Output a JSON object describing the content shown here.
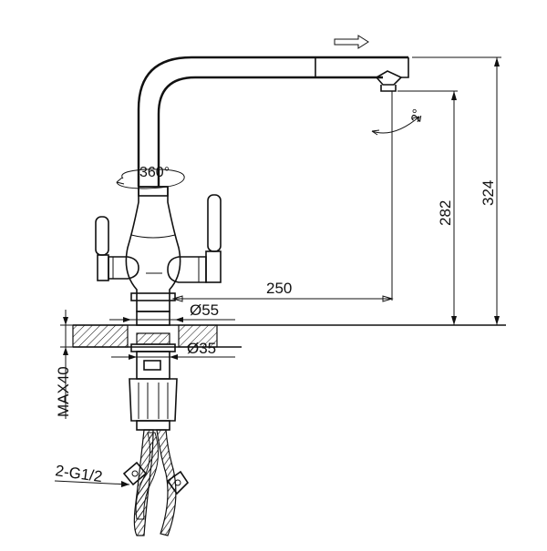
{
  "dimensions": {
    "rotation": "360°",
    "swivel_angle": "2°",
    "reach": "250",
    "spout_height": "282",
    "total_height": "324",
    "base_diameter": "Ø55",
    "mount_diameter": "Ø35",
    "max_thickness": "MAX40",
    "hose_thread": "2-G1/2"
  },
  "colors": {
    "line": "#111111",
    "background": "#ffffff"
  }
}
